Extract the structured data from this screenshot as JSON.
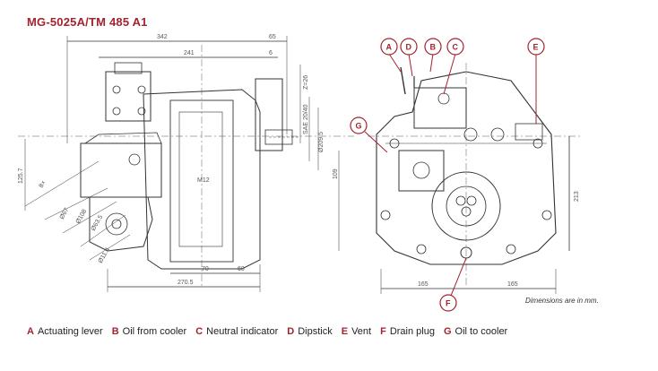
{
  "title": "MG-5025A/TM 485 A1",
  "dimensions_note": "Dimensions are in mm.",
  "side_view_dimensions": {
    "d342": "342",
    "d65": "65",
    "d241": "241",
    "d6": "6",
    "d_z26": "Z=26",
    "d_sae": "SAE 20/40",
    "d_209": "Ø209.5",
    "d_125": "125.7",
    "d_8x": "8×",
    "d_ph67": "Ø67",
    "d_ph108": "Ø108",
    "d_635": "Ø63.5",
    "d_114": "Ø11.4",
    "d_m12": "M12",
    "d109": "109",
    "d70": "70",
    "d60": "60",
    "d2705": "270.5"
  },
  "front_view_dimensions": {
    "d213": "213",
    "d165_left": "165",
    "d165_right": "165"
  },
  "callouts": {
    "A": "A",
    "B": "B",
    "C": "C",
    "D": "D",
    "E": "E",
    "F": "F",
    "G": "G"
  },
  "legend": [
    {
      "key": "A",
      "label": "Actuating lever"
    },
    {
      "key": "B",
      "label": "Oil from cooler"
    },
    {
      "key": "C",
      "label": "Neutral indicator"
    },
    {
      "key": "D",
      "label": "Dipstick"
    },
    {
      "key": "E",
      "label": "Vent"
    },
    {
      "key": "F",
      "label": "Drain plug"
    },
    {
      "key": "G",
      "label": "Oil to cooler"
    }
  ],
  "colors": {
    "accent": "#a3232f",
    "line": "#333333"
  }
}
